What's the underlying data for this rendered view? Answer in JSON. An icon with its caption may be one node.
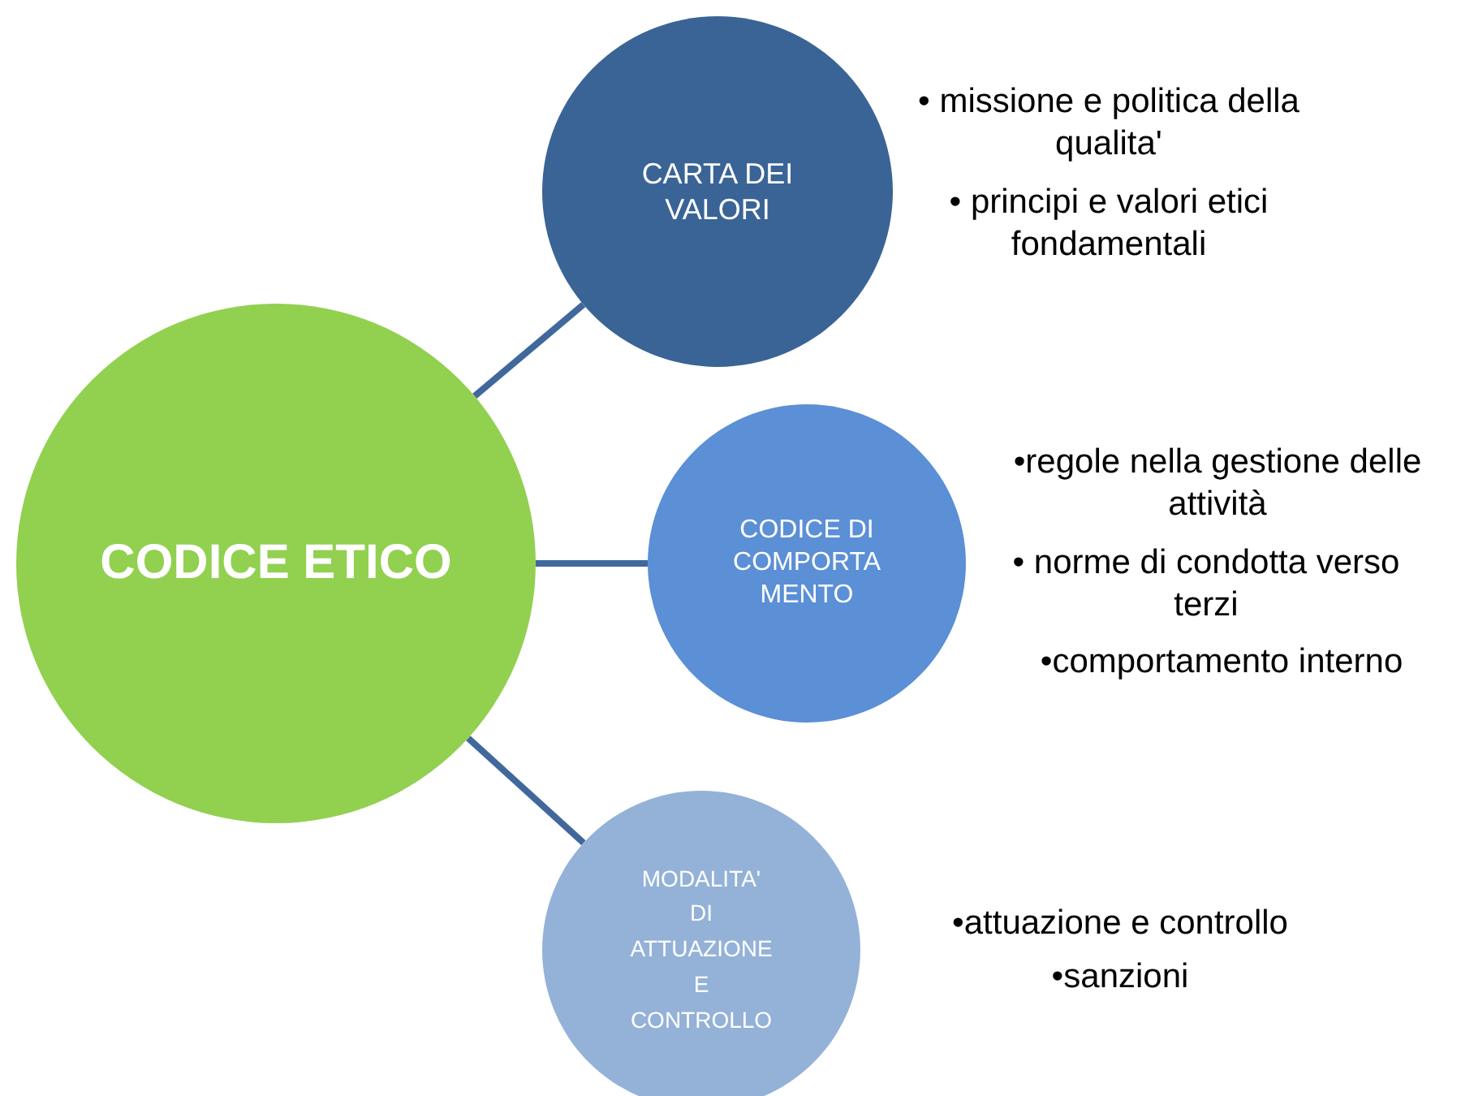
{
  "diagram": {
    "nodes": [
      {
        "text": [
          "CODICE ETICO"
        ]
      },
      {
        "text": [
          "CARTA DEI VALORI"
        ],
        "beside": [
          "• missione e politica della qualita'",
          "• principi e valori etici fondamentali"
        ]
      },
      {
        "text": [
          "CODICE DI COMPORTA MENTO"
        ],
        "beside": [
          "•regole nella gestione delle attività",
          "• norme di condotta verso terzi",
          "•comportamento interno"
        ]
      },
      {
        "text": [
          "MODALITA' DI ATTUAZIONE E CONTROLLO"
        ],
        "beside": [
          "•attuazione e controllo",
          "•sanzioni"
        ]
      }
    ],
    "edges": [
      {
        "from": 0,
        "to": 1,
        "arrow": "none"
      },
      {
        "from": 0,
        "to": 2,
        "arrow": "none"
      },
      {
        "from": 0,
        "to": 3,
        "arrow": "none"
      }
    ]
  }
}
